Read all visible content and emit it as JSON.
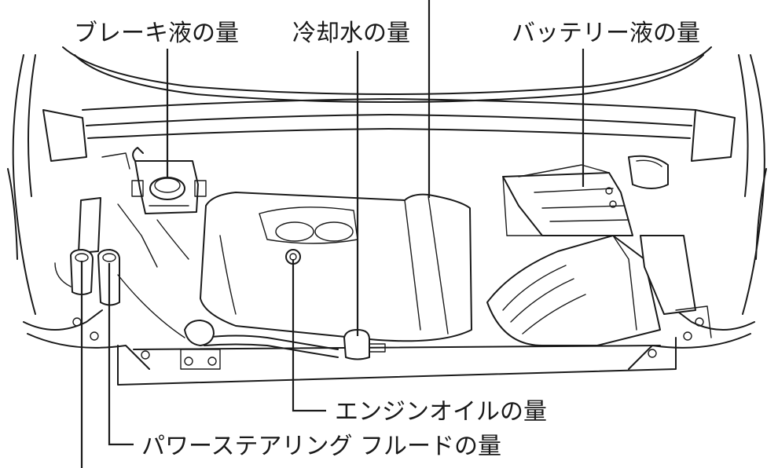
{
  "labels": {
    "brake_fluid": "ブレーキ液の量",
    "coolant": "冷却水の量",
    "battery_fluid": "バッテリー液の量",
    "engine_oil": "エンジンオイルの量",
    "power_steering": "パワーステアリング フルードの量"
  }
}
